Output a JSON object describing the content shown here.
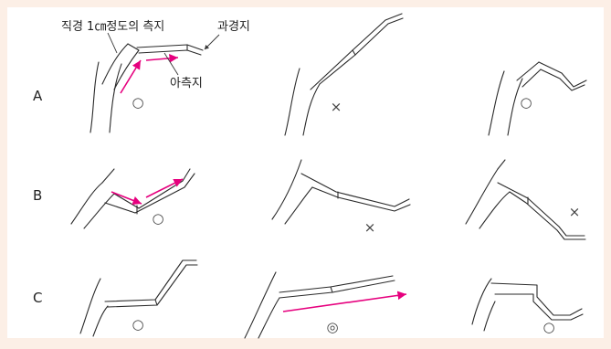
{
  "annotations": {
    "lateral_branch": "직경 1㎝정도의 측지",
    "fruiting_branch": "과경지",
    "secondary_branch": "아측지"
  },
  "rows": [
    {
      "label": "A",
      "marks": [
        "○",
        "×",
        "○"
      ]
    },
    {
      "label": "B",
      "marks": [
        "○",
        "×",
        "×"
      ]
    },
    {
      "label": "C",
      "marks": [
        "○",
        "◎",
        "○"
      ]
    }
  ],
  "colors": {
    "background": "#fcefe6",
    "panel": "#ffffff",
    "line": "#2a2a2a",
    "arrow": "#e6007e"
  }
}
